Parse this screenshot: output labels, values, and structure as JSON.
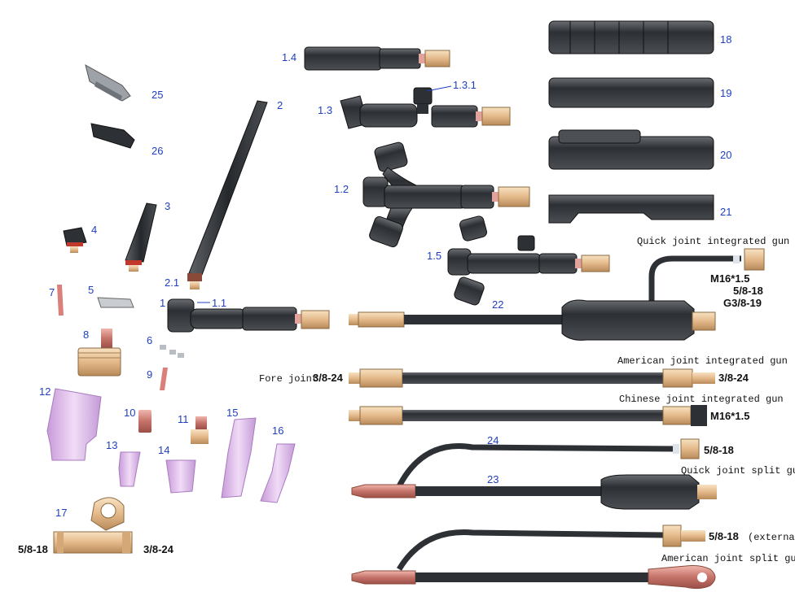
{
  "parts": {
    "p1": "1",
    "p1_1": "1.1",
    "p1_2": "1.2",
    "p1_3": "1.3",
    "p1_3_1": "1.3.1",
    "p1_4": "1.4",
    "p1_5": "1.5",
    "p2": "2",
    "p2_1": "2.1",
    "p3": "3",
    "p4": "4",
    "p5": "5",
    "p6": "6",
    "p7": "7",
    "p8": "8",
    "p9": "9",
    "p10": "10",
    "p11": "11",
    "p12": "12",
    "p13": "13",
    "p14": "14",
    "p15": "15",
    "p16": "16",
    "p17": "17",
    "p18": "18",
    "p19": "19",
    "p20": "20",
    "p21": "21",
    "p22": "22",
    "p23": "23",
    "p24": "24",
    "p25": "25",
    "p26": "26"
  },
  "labels": {
    "quick_integrated": "Quick joint integrated gun",
    "american_integrated": "American joint integrated gun",
    "chinese_integrated": "Chinese joint integrated gun",
    "quick_split": "Quick joint split gun",
    "american_split": "American joint split gun",
    "fore_joint": "Fore joint",
    "fore_thread": "3/8-24",
    "thread_m16": "M16*1.5",
    "thread_58": "5/8-18",
    "thread_g38": "G3/8-19",
    "thread_38": "3/8-24",
    "thread_m16b": "M16*1.5",
    "thread_58b": "5/8-18",
    "thread_58_ext": "5/8-18",
    "ext_note": "(external)",
    "p17_left": "5/8-18",
    "p17_right": "3/8-24"
  },
  "colors": {
    "label_blue": "#1f3fbf",
    "rubber": "#3c3f44",
    "brass": "#e8c79a",
    "ceramic": "#dcb6ea",
    "copper": "#c9857c"
  }
}
